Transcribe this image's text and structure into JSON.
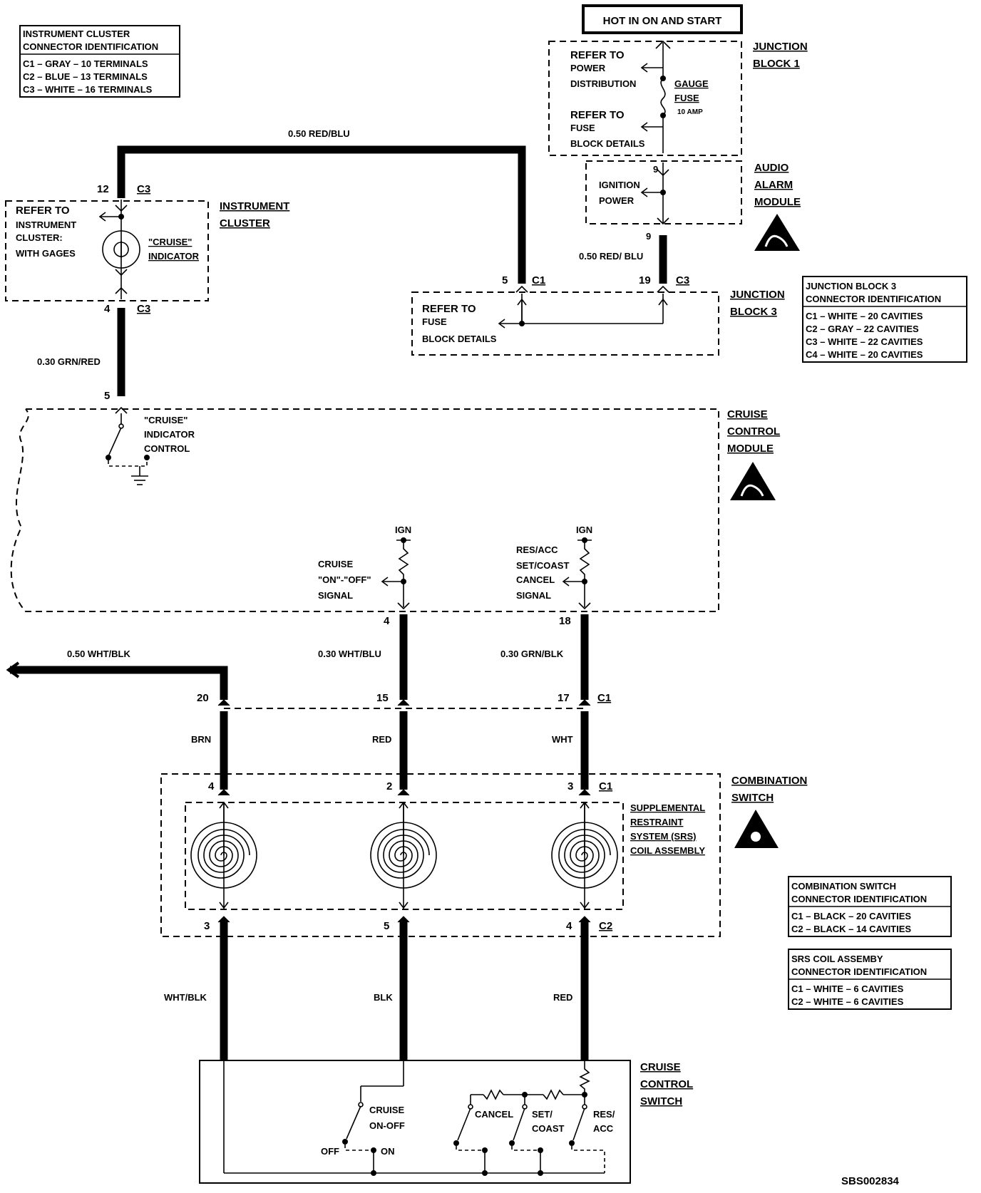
{
  "instrument_cluster_id": {
    "title1": "INSTRUMENT CLUSTER",
    "title2": "CONNECTOR IDENTIFICATION",
    "c1": "C1 – GRAY – 10 TERMINALS",
    "c2": "C2 – BLUE – 13 TERMINALS",
    "c3": "C3 – WHITE – 16 TERMINALS"
  },
  "hot_label": "HOT IN ON AND START",
  "junction_block_1": {
    "name1": "JUNCTION",
    "name2": "BLOCK 1",
    "refer_power_1": "REFER TO",
    "refer_power_2": "POWER",
    "refer_power_3": "DISTRIBUTION",
    "refer_fuse_1": "REFER TO",
    "refer_fuse_2": "FUSE",
    "refer_fuse_3": "BLOCK DETAILS",
    "fuse_1": "GAUGE",
    "fuse_2": "FUSE",
    "fuse_amp": "10 AMP"
  },
  "audio_alarm_module": {
    "name1": "AUDIO",
    "name2": "ALARM",
    "name3": "MODULE",
    "pin_in": "9",
    "pin_out": "9",
    "text1": "IGNITION",
    "text2": "POWER"
  },
  "wires": {
    "red_blu_top": "0.50 RED/BLU",
    "red_blu_right": "0.50 RED/ BLU",
    "grn_red": "0.30 GRN/RED",
    "wht_blk": "0.50 WHT/BLK",
    "wht_blu": "0.30 WHT/BLU",
    "grn_blk": "0.30 GRN/BLK",
    "brn": "BRN",
    "red": "RED",
    "wht": "WHT",
    "wht_blk_low": "WHT/BLK",
    "blk_low": "BLK",
    "red_low": "RED"
  },
  "instrument_cluster": {
    "name1": "INSTRUMENT",
    "name2": "CLUSTER",
    "pin_top": "12",
    "conn_top": "C3",
    "pin_bottom": "4",
    "conn_bottom": "C3",
    "refer1": "REFER TO",
    "refer2": "INSTRUMENT",
    "refer3": "CLUSTER:",
    "refer4": "WITH GAGES",
    "indicator1": "\"CRUISE\"",
    "indicator2": "INDICATOR"
  },
  "junction_block_3": {
    "name1": "JUNCTION",
    "name2": "BLOCK 3",
    "pin_left": "5",
    "conn_left": "C1",
    "pin_right": "19",
    "conn_right": "C3",
    "refer1": "REFER TO",
    "refer2": "FUSE",
    "refer3": "BLOCK DETAILS"
  },
  "junction_block_3_id": {
    "title1": "JUNCTION BLOCK 3",
    "title2": "CONNECTOR IDENTIFICATION",
    "c1": "C1 – WHITE – 20 CAVITIES",
    "c2": "C2 – GRAY – 22 CAVITIES",
    "c3": "C3 – WHITE – 22 CAVITIES",
    "c4": "C4 – WHITE – 20 CAVITIES"
  },
  "cruise_control_module": {
    "name1": "CRUISE",
    "name2": "CONTROL",
    "name3": "MODULE",
    "pin_indicator": "5",
    "ind1": "\"CRUISE\"",
    "ind2": "INDICATOR",
    "ind3": "CONTROL",
    "ign": "IGN",
    "ign2": "IGN",
    "sig1a": "CRUISE",
    "sig1b": "\"ON\"-\"OFF\"",
    "sig1c": "SIGNAL",
    "sig2a": "RES/ACC",
    "sig2b": "SET/COAST",
    "sig2c": "CANCEL",
    "sig2d": "SIGNAL",
    "pin_a": "4",
    "pin_b": "18"
  },
  "connector_c1": {
    "pin1": "20",
    "pin2": "15",
    "pin3": "17",
    "conn": "C1"
  },
  "combination_switch": {
    "name1": "COMBINATION",
    "name2": "SWITCH",
    "pin_top1": "4",
    "pin_top2": "2",
    "pin_top3": "3",
    "conn_top": "C1",
    "pin_bot1": "3",
    "pin_bot2": "5",
    "pin_bot3": "4",
    "conn_bot": "C2",
    "srs1": "SUPPLEMENTAL",
    "srs2": "RESTRAINT",
    "srs3": "SYSTEM (SRS)",
    "srs4": "COIL ASSEMBLY"
  },
  "combination_switch_id": {
    "title1": "COMBINATION SWITCH",
    "title2": "CONNECTOR IDENTIFICATION",
    "c1": "C1 – BLACK – 20 CAVITIES",
    "c2": "C2 – BLACK – 14 CAVITIES"
  },
  "srs_coil_id": {
    "title1": "SRS COIL ASSEMBY",
    "title2": "CONNECTOR IDENTIFICATION",
    "c1": "C1 – WHITE – 6 CAVITIES",
    "c2": "C2 – WHITE – 6 CAVITIES"
  },
  "cruise_control_switch": {
    "name1": "CRUISE",
    "name2": "CONTROL",
    "name3": "SWITCH",
    "onoff1": "CRUISE",
    "onoff2": "ON-OFF",
    "off": "OFF",
    "on": "ON",
    "cancel": "CANCEL",
    "set1": "SET/",
    "set2": "COAST",
    "res1": "RES/",
    "res2": "ACC"
  },
  "diagram_id": "SBS002834"
}
